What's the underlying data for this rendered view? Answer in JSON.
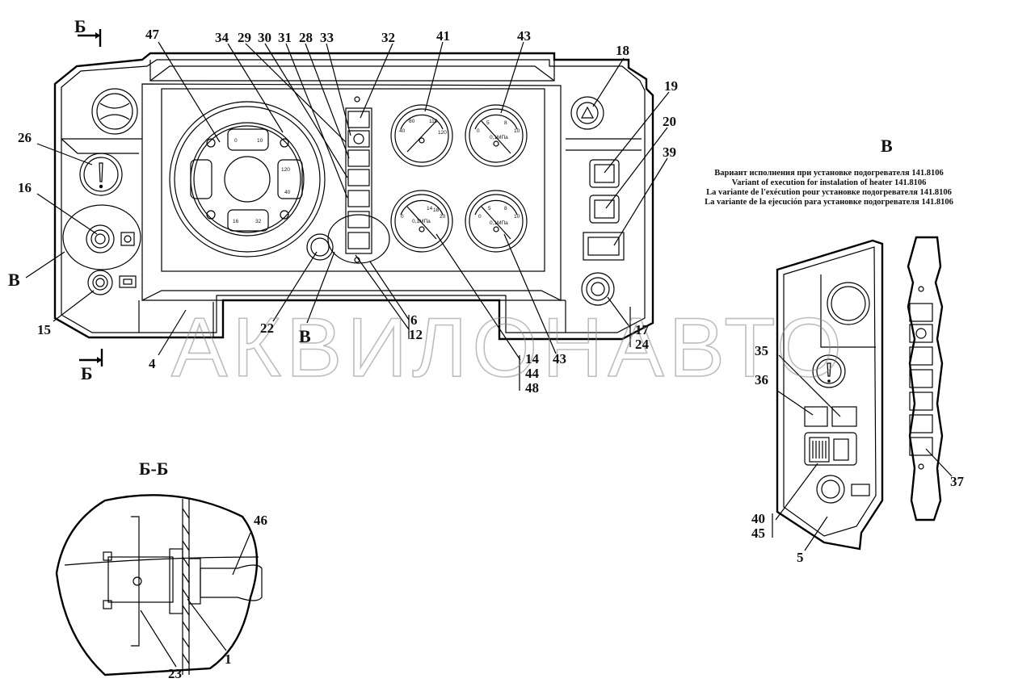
{
  "watermark": "АКВИЛОНАВТО",
  "view_v": {
    "title": "В",
    "notes": [
      "Вариант исполнения при установке подогревателя 141.8106",
      "Variant of execution for instalation of heater 141.8106",
      "La variante de l'exécution pour установке подогревателя 141.8106",
      "La variante de la ejecución para установке подогревателя 141.8106"
    ]
  },
  "section_title": "Б-Б",
  "section_marks": [
    "Б",
    "Б"
  ],
  "view_markers": [
    "В",
    "В"
  ],
  "labels": {
    "l47": "47",
    "l34": "34",
    "l29": "29",
    "l30": "30",
    "l31": "31",
    "l28": "28",
    "l33": "33",
    "l32": "32",
    "l41": "41",
    "l43a": "43",
    "l18": "18",
    "l19": "19",
    "l20": "20",
    "l39": "39",
    "l26": "26",
    "l16": "16",
    "l15": "15",
    "l4": "4",
    "l22": "22",
    "l6": "6",
    "l12": "12",
    "l14": "14",
    "l44": "44",
    "l48": "48",
    "l43b": "43",
    "l17": "17",
    "l24": "24",
    "l35": "35",
    "l36": "36",
    "l37": "37",
    "l40": "40",
    "l45": "45",
    "l5": "5",
    "l46": "46",
    "l1": "1",
    "l23": "23"
  },
  "gauges": {
    "g1": [
      "40",
      "80",
      "110",
      "120"
    ],
    "g2": [
      "0",
      "5",
      "8",
      "10",
      "0,1МПа"
    ],
    "g3": [
      "0",
      "14",
      "18",
      "20",
      "0,1МПа"
    ],
    "g4": [
      "0",
      "5",
      "8",
      "10",
      "0,1МПа"
    ],
    "speedo": [
      "0",
      "10",
      "120",
      "40",
      "16",
      "32"
    ]
  }
}
